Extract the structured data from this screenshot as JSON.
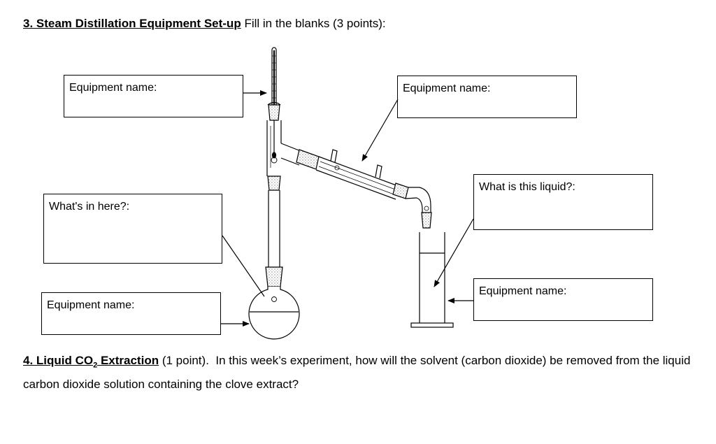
{
  "question3": {
    "heading": "3. Steam Distillation Equipment Set-up",
    "instruction": "Fill in the blanks (3 points):"
  },
  "boxes": {
    "top_left": "Equipment name:",
    "top_right": "Equipment name:",
    "middle_left": "What's in here?:",
    "right_liquid": "What is this liquid?:",
    "bottom_left": "Equipment name:",
    "bottom_right": "Equipment name:"
  },
  "question4": {
    "heading_prefix": "4. Liquid CO",
    "heading_sub": "2",
    "heading_suffix": " Extraction",
    "points": "(1 point).",
    "body": "In this week’s experiment, how will the solvent (carbon dioxide) be removed from the liquid carbon dioxide solution containing the clove extract?"
  }
}
